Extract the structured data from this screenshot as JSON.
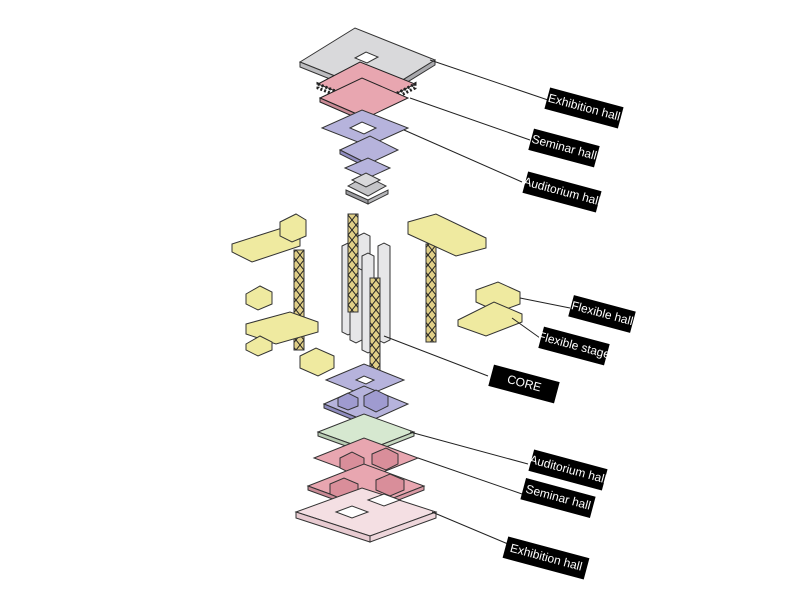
{
  "labels": {
    "top_exhibition": "Exhibition hall",
    "top_seminar": "Seminar hall",
    "top_auditorium": "Auditorium hall",
    "flexible_hall": "Flexible hall",
    "flexible_stage": "Flexible stage",
    "core": "CORE",
    "bottom_auditorium": "Auditorium hall",
    "bottom_seminar": "Seminar   hall",
    "bottom_exhibition": "Exhibition   hall"
  },
  "colors": {
    "roof_gray": "#d9d9db",
    "pink": "#e8a6b0",
    "lavender": "#b6b3dc",
    "yellow": "#efeaa0",
    "mint": "#d6e8d0",
    "light_pink": "#f4dfe3",
    "column_gray": "#e6e6e8",
    "truss": "#e0cf87",
    "label_bg": "#000000"
  }
}
